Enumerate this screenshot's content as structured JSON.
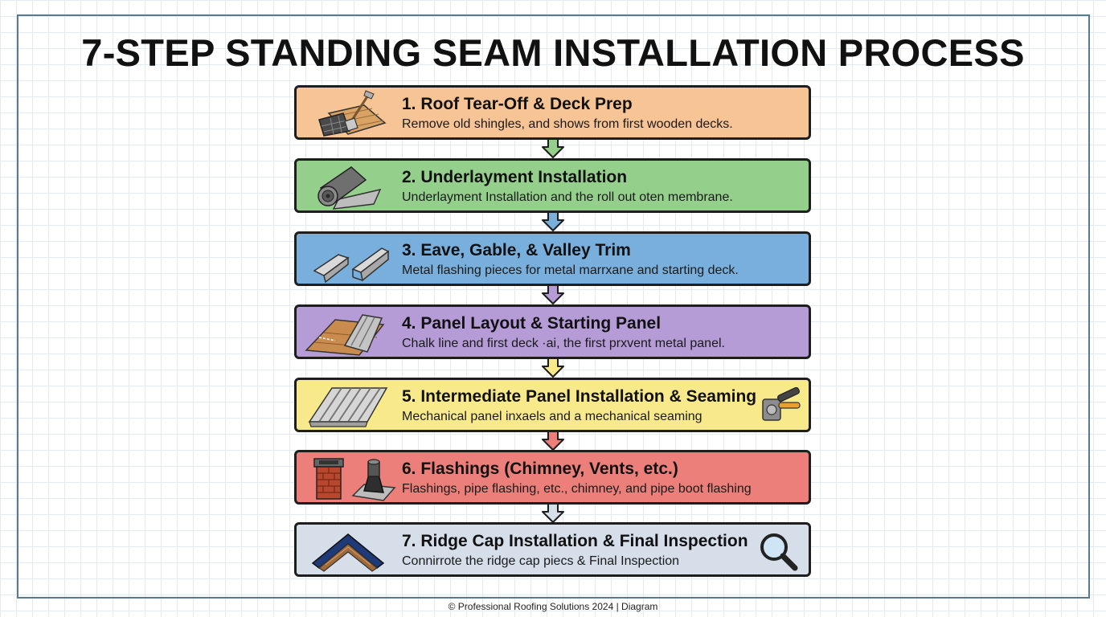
{
  "title": "7-STEP STANDING SEAM INSTALLATION PROCESS",
  "steps": [
    {
      "title": "1. Roof Tear-Off & Deck Prep",
      "description": "Remove old shingles, and shows from first wooden decks.",
      "color": "#f7c496",
      "icon": "shingles-shovel-icon"
    },
    {
      "title": "2. Underlayment Installation",
      "description": "Underlayment Installation and the roll out oten membrane.",
      "color": "#94cf8c",
      "icon": "underlayment-roll-icon"
    },
    {
      "title": "3. Eave, Gable, & Valley Trim",
      "description": "Metal flashing pieces for metal marrxane and starting deck.",
      "color": "#78afdc",
      "icon": "metal-trim-icon"
    },
    {
      "title": "4. Panel Layout & Starting Panel",
      "description": "Chalk line and first deck ·ai, the first prxvent metal panel.",
      "color": "#b59cd6",
      "icon": "panel-layout-icon"
    },
    {
      "title": "5. Intermediate Panel Installation & Seaming",
      "description": "Mechanical panel inxaels and a mechanical seaming",
      "color": "#f8ea8b",
      "icon": "metal-panels-icon"
    },
    {
      "title": "6. Flashings (Chimney, Vents, etc.)",
      "description": "Flashings, pipe flashing, etc., chimney, and pipe boot flashing",
      "color": "#ec7f7a",
      "icon": "chimney-vent-icon"
    },
    {
      "title": "7. Ridge Cap Installation & Final Inspection",
      "description": "Connirrote the ridge cap piecs & Final Inspection",
      "color": "#d5dee9",
      "icon": "ridge-cap-icon"
    }
  ],
  "footer": "© Professional Roofing Solutions 2024 | Diagram"
}
